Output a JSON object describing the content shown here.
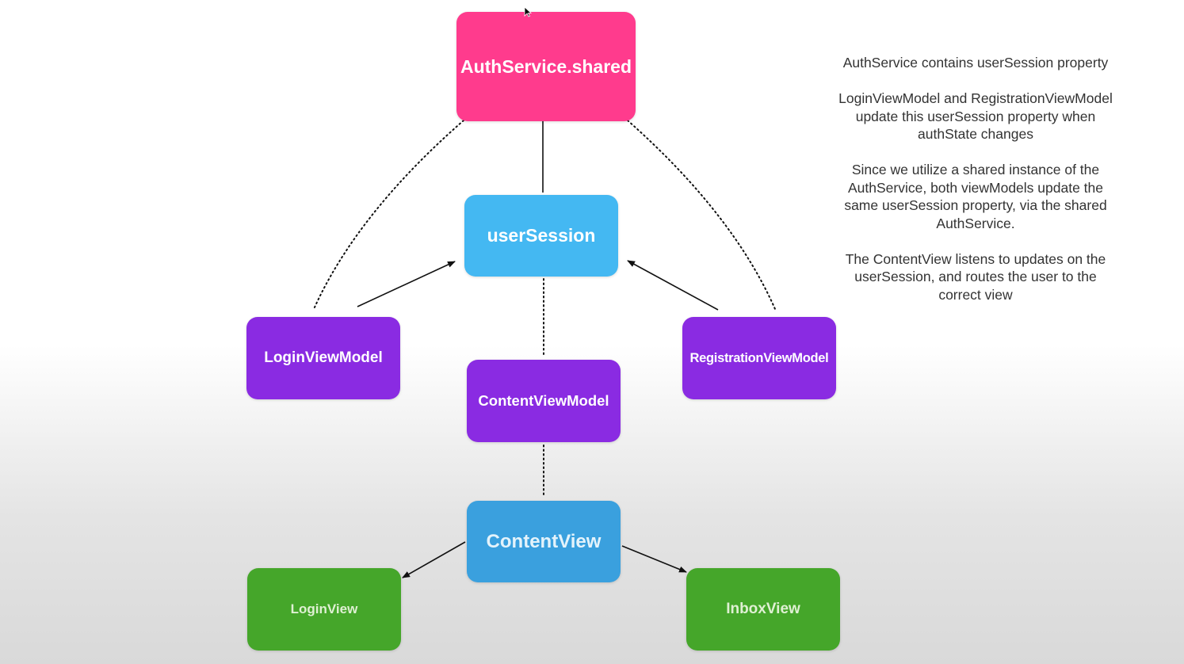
{
  "colors": {
    "auth": "#ff3b8d",
    "session": "#44b8f2",
    "viewmodel": "#8a2be2",
    "contentview": "#3aa0de",
    "view": "#45a62a",
    "line": "#111111"
  },
  "nodes": {
    "auth_service": "AuthService.shared",
    "user_session": "userSession",
    "login_view_model": "LoginViewModel",
    "registration_view_model": "RegistrationViewModel",
    "content_view_model": "ContentViewModel",
    "content_view": "ContentView",
    "login_view": "LoginView",
    "inbox_view": "InboxView"
  },
  "notes": [
    "AuthService contains userSession property",
    "LoginViewModel and RegistrationViewModel\nupdate this userSession property when\nauthState changes",
    "Since we utilize a shared instance of the\nAuthService, both viewModels update the\nsame userSession property, via the shared\nAuthService.",
    "The ContentView listens to updates on the\nuserSession, and routes the user to the\ncorrect view"
  ]
}
